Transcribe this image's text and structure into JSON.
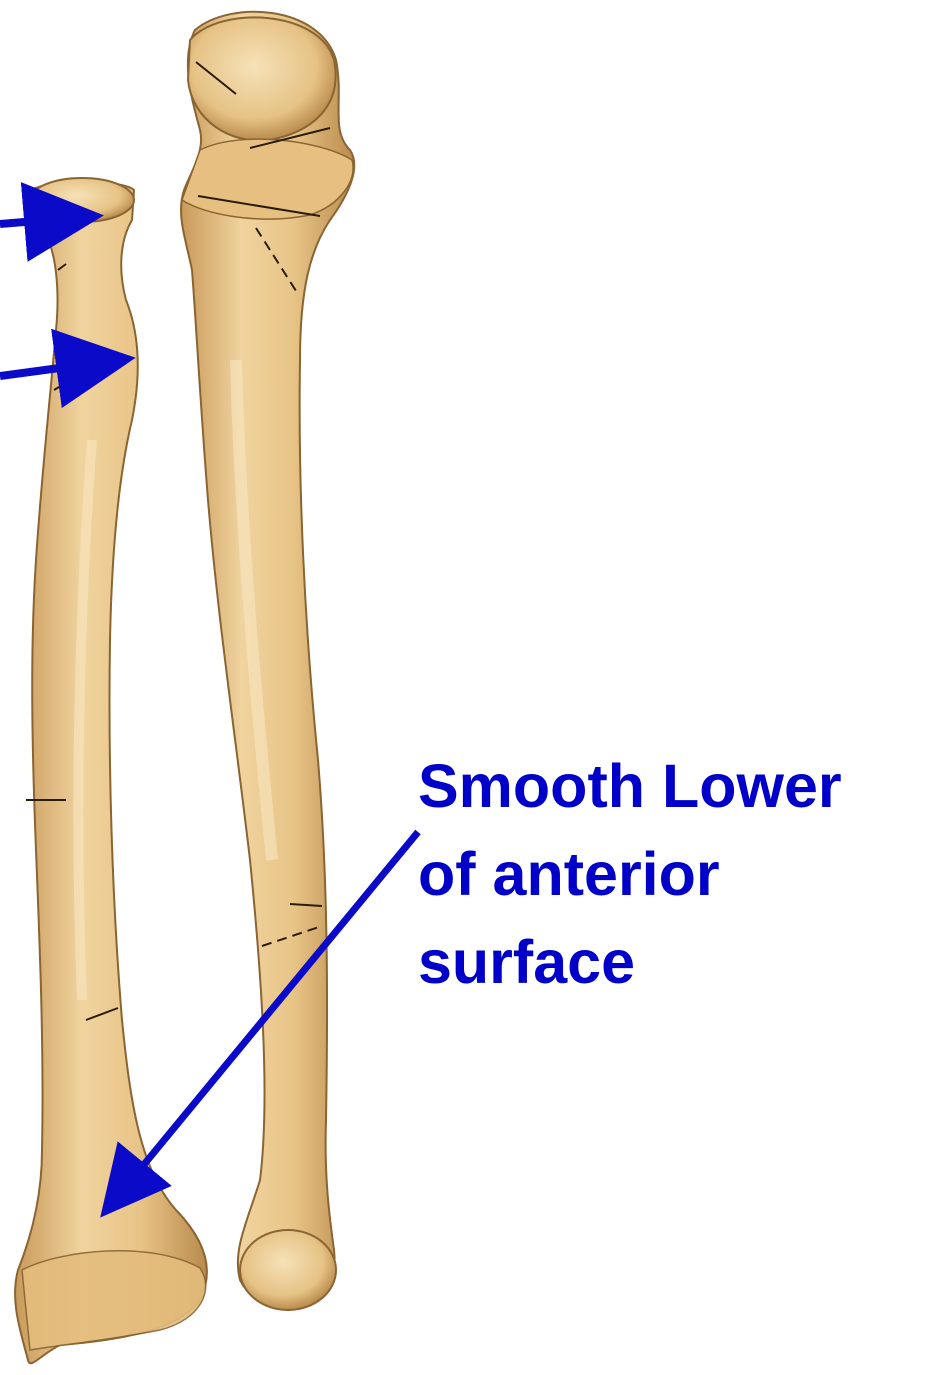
{
  "annotation": {
    "lines": [
      "Smooth Lower",
      "of anterior",
      "surface"
    ]
  },
  "colors": {
    "arrow": "#0a0ac8",
    "label": "#0000c8",
    "bone_fill": "#e8c487",
    "bone_light": "#f3dcae",
    "bone_shadow": "#b98b4c",
    "bone_outline": "#8a6432"
  },
  "figure": {
    "subject": "radius and ulna bones, anterior view"
  }
}
